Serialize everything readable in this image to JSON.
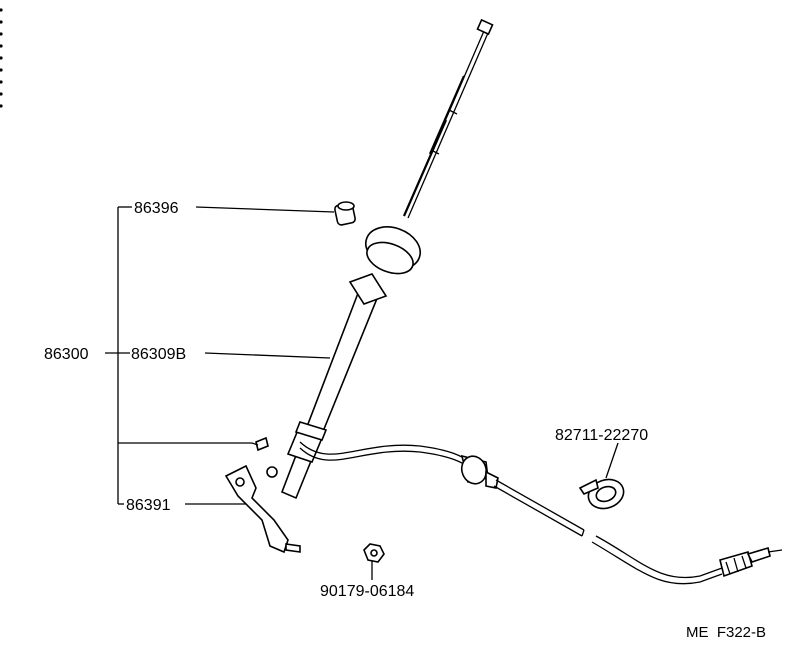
{
  "labels": {
    "p86396": "86396",
    "p86300": "86300",
    "p86309b": "86309B",
    "p86391": "86391",
    "p82711": "82711-22270",
    "p90179": "90179-06184",
    "code": "ME  F322-B"
  }
}
